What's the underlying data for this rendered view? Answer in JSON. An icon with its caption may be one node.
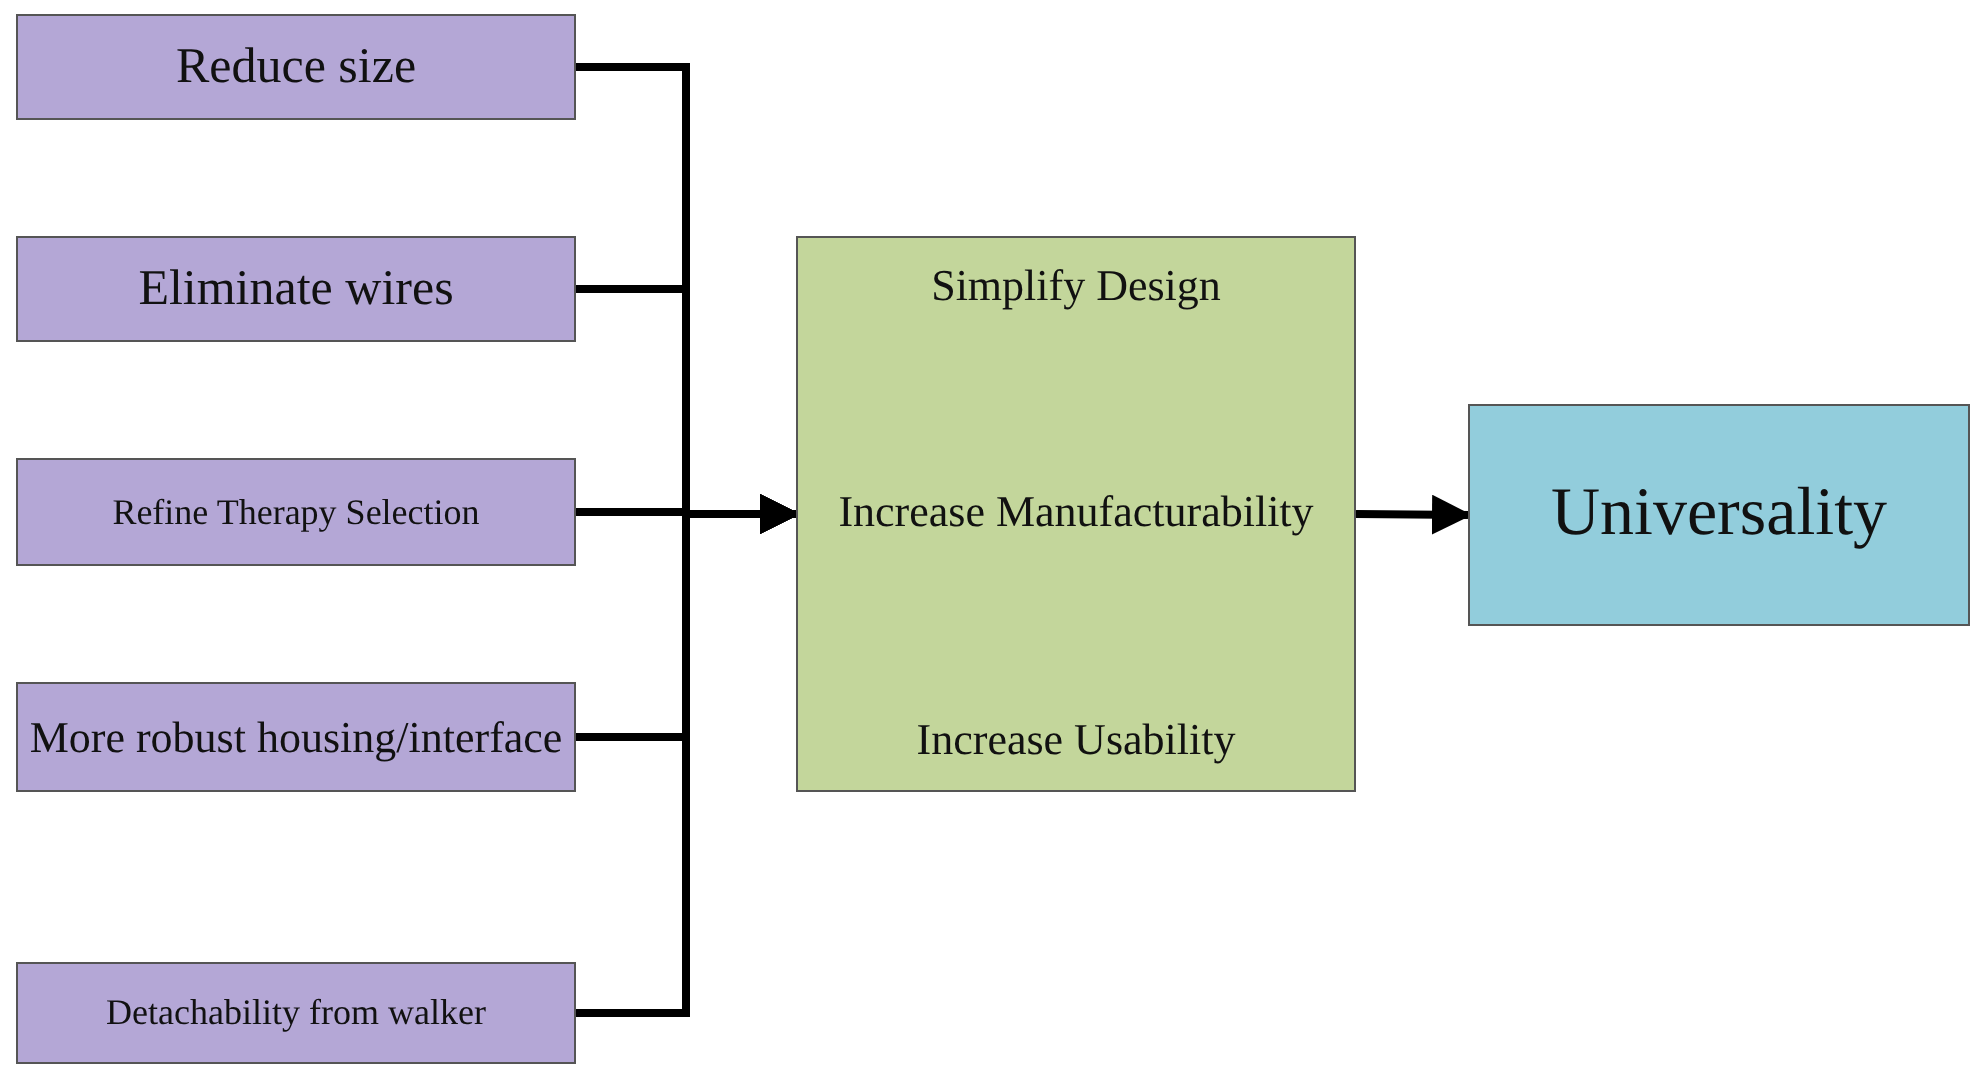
{
  "diagram": {
    "nodes": [
      {
        "text": [
          "Reduce size"
        ]
      },
      {
        "text": [
          "Eliminate wires"
        ]
      },
      {
        "text": [
          "Refine Therapy Selection"
        ]
      },
      {
        "text": [
          "More robust housing/interface"
        ]
      },
      {
        "text": [
          "Detachability from walker"
        ]
      },
      {
        "text": [
          "Simplify Design",
          "Increase Manufacturability",
          "Increase Usability"
        ]
      },
      {
        "text": [
          "Universality"
        ]
      }
    ],
    "edges": [
      {
        "from": 0,
        "to": 5,
        "arrow": "to"
      },
      {
        "from": 1,
        "to": 5,
        "arrow": "to"
      },
      {
        "from": 2,
        "to": 5,
        "arrow": "to"
      },
      {
        "from": 3,
        "to": 5,
        "arrow": "to"
      },
      {
        "from": 4,
        "to": 5,
        "arrow": "to"
      },
      {
        "from": 5,
        "to": 6,
        "arrow": "to"
      }
    ]
  }
}
